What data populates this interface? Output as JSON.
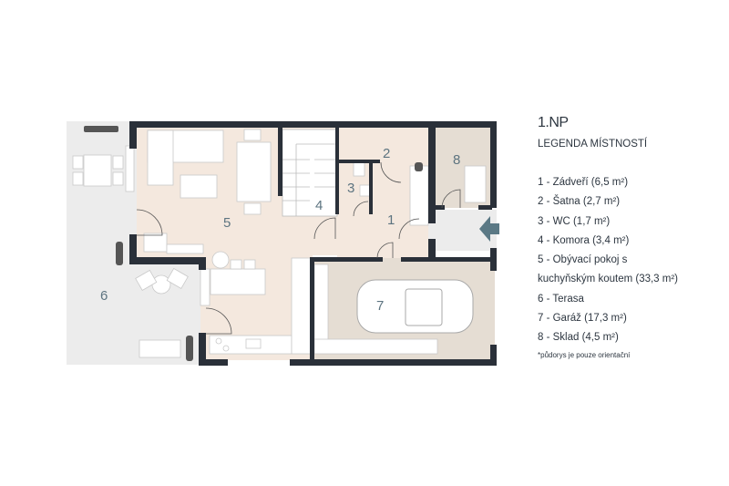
{
  "plan": {
    "room_numbers": [
      "1",
      "2",
      "3",
      "4",
      "5",
      "6",
      "7",
      "8"
    ],
    "colors": {
      "wall": "#2a3039",
      "living": "#f4e8de",
      "garage": "#e5ddd3",
      "terrace": "#ececec",
      "arrow": "#5b7985",
      "label": "#5d7480"
    }
  },
  "legend": {
    "title": "1.NP",
    "subtitle": "LEGENDA MÍSTNOSTÍ",
    "items": [
      "1 - Zádveří (6,5 m²)",
      "2 - Šatna (2,7 m²)",
      "3 - WC (1,7 m²)",
      "4 - Komora (3,4 m²)",
      "5 - Obývací pokoj s",
      "kuchyňským koutem (33,3 m²)",
      "6 - Terasa",
      "7 - Garáž (17,3 m²)",
      "8 - Sklad (4,5 m²)"
    ],
    "note": "*půdorys je pouze orientační"
  }
}
